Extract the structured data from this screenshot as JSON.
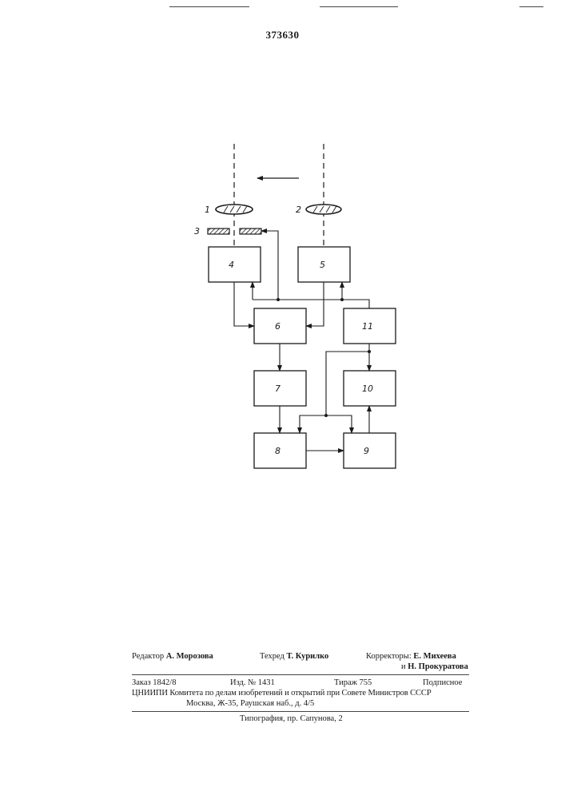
{
  "document": {
    "patent_number": "373630"
  },
  "diagram": {
    "lenses": [
      {
        "id": "lens-1",
        "label": "1"
      },
      {
        "id": "lens-2",
        "label": "2"
      }
    ],
    "diaphragm_label": "3",
    "blocks": [
      {
        "id": "block-4",
        "label": "4"
      },
      {
        "id": "block-5",
        "label": "5"
      },
      {
        "id": "block-6",
        "label": "6"
      },
      {
        "id": "block-7",
        "label": "7"
      },
      {
        "id": "block-8",
        "label": "8"
      },
      {
        "id": "block-9",
        "label": "9"
      },
      {
        "id": "block-10",
        "label": "10"
      },
      {
        "id": "block-11",
        "label": "11"
      }
    ]
  },
  "footer": {
    "editor_label": "Редактор",
    "editor_name": "А. Морозова",
    "techred_label": "Техред",
    "techred_name": "Т. Курилко",
    "correctors_label": "Корректоры:",
    "corrector1_name": "Е. Михеева",
    "corrector2_prefix": "и",
    "corrector2_name": "Н. Прокуратова",
    "order": "Заказ 1842/8",
    "edition": "Изд. № 1431",
    "print_run": "Тираж 755",
    "subscription": "Подписное",
    "institute": "ЦНИИПИ Комитета по делам изобретений и открытий при Совете Министров СССР",
    "address": "Москва, Ж-35, Раушская наб., д. 4/5",
    "printing": "Типография, пр. Сапунова, 2"
  }
}
